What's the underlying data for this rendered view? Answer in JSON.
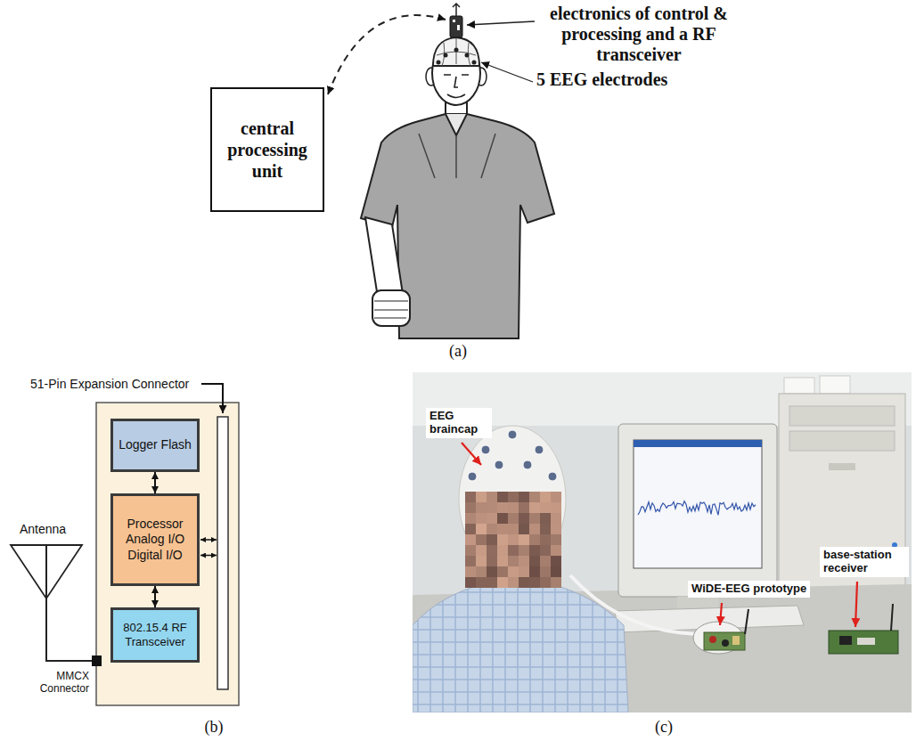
{
  "diagram": {
    "nodes": [
      {
        "text": [
          "central processing unit"
        ]
      },
      {
        "text": [
          "Logger Flash"
        ]
      },
      {
        "text": [
          "Processor",
          "Analog I/O",
          "Digital I/O"
        ]
      },
      {
        "text": [
          "802.15.4 RF Transceiver"
        ]
      }
    ],
    "edges": [
      {
        "from": 1,
        "to": 2,
        "arrow": "both"
      },
      {
        "from": 2,
        "to": 3,
        "arrow": "both"
      }
    ],
    "labels": [
      "electronics of control & processing and a RF transceiver",
      "5 EEG electrodes",
      "(a)",
      "51-Pin Expansion Connector",
      "Antenna",
      "MMCX Connector",
      "(b)",
      "EEG braincap",
      "WiDE-EEG prototype",
      "base-station receiver",
      "(c)"
    ]
  }
}
